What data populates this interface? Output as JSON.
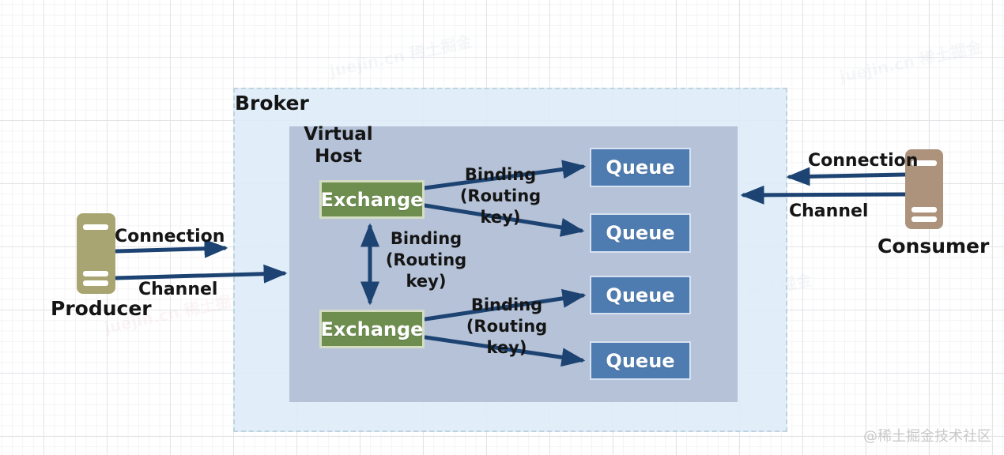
{
  "broker": {
    "label": "Broker"
  },
  "virtual_host": {
    "line1": "Virtual",
    "line2": "Host"
  },
  "producer": {
    "label": "Producer",
    "connection": "Connection",
    "channel": "Channel"
  },
  "consumer": {
    "label": "Consumer",
    "connection": "Connection",
    "channel": "Channel"
  },
  "exchanges": [
    "Exchange",
    "Exchange"
  ],
  "queues": [
    "Queue",
    "Queue",
    "Queue",
    "Queue"
  ],
  "bindings": [
    {
      "l1": "Binding",
      "l2": "(Routing",
      "l3": "key)"
    },
    {
      "l1": "Binding",
      "l2": "(Routing",
      "l3": "key)"
    },
    {
      "l1": "Binding",
      "l2": "(Routing",
      "l3": "key)"
    }
  ],
  "watermarks": {
    "corner": "@稀土掘金技术社区",
    "faint": "juejin.cn 稀土掘金"
  },
  "colors": {
    "arrow": "#1c4372",
    "broker_bg": "#ddecf8",
    "broker_border": "#bfd3de",
    "virtual_host_bg": "#b2bdd1",
    "exchange_bg": "#6e8e50",
    "exchange_border": "#d4ddc3",
    "queue_bg": "#4e7cb0",
    "queue_border": "#d6e2f2",
    "producer_server": "#a9a573",
    "consumer_server": "#ad937c",
    "text": "#151515",
    "watermark": "#c9c9c9"
  }
}
